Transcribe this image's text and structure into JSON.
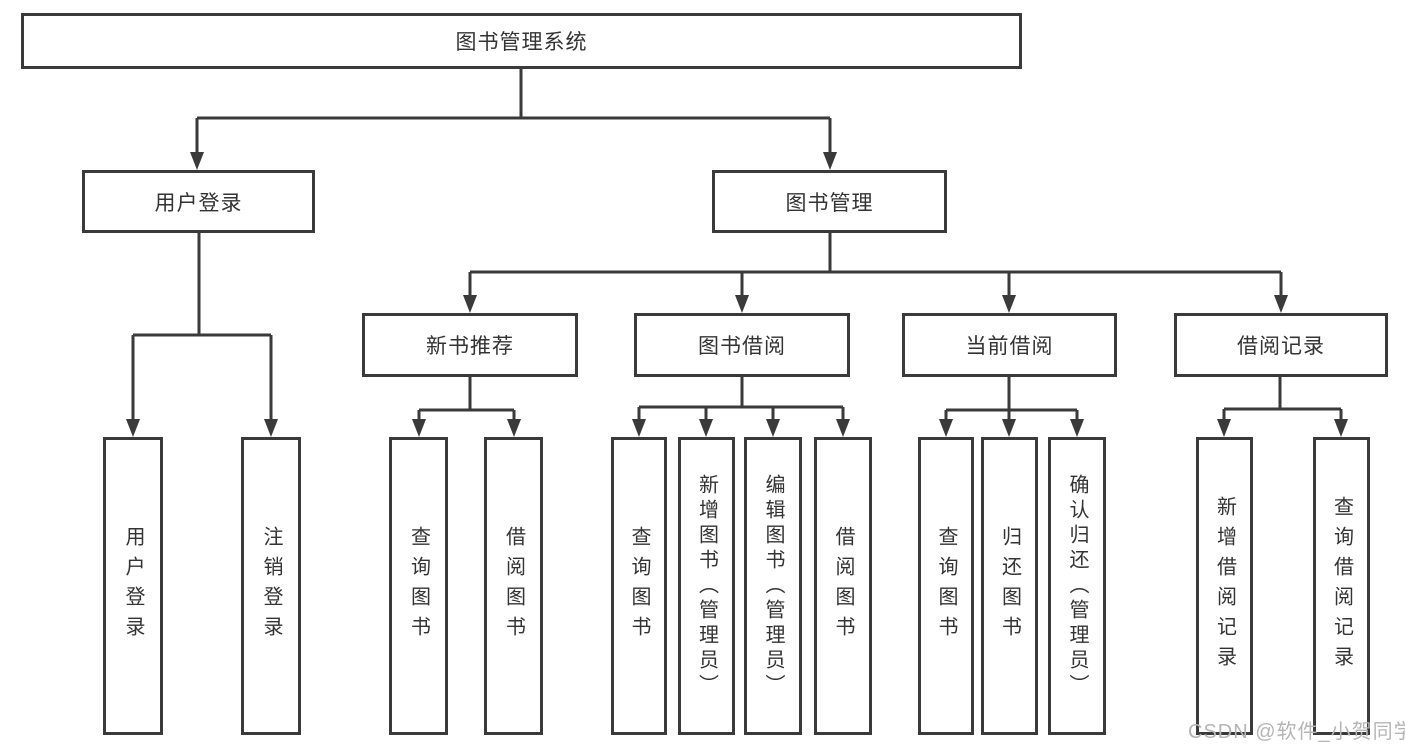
{
  "diagram": {
    "title": "图书管理系统",
    "root": {
      "label": "图书管理系统"
    },
    "level2": [
      {
        "id": "user-login",
        "label": "用户登录"
      },
      {
        "id": "book-management",
        "label": "图书管理"
      }
    ],
    "level3": [
      {
        "id": "new-book-recommend",
        "label": "新书推荐"
      },
      {
        "id": "book-borrowing",
        "label": "图书借阅"
      },
      {
        "id": "current-borrowing",
        "label": "当前借阅"
      },
      {
        "id": "borrowing-records",
        "label": "借阅记录"
      }
    ],
    "leaves": [
      {
        "id": "user-login",
        "parent": "用户登录",
        "label": "用户登录"
      },
      {
        "id": "logout",
        "parent": "用户登录",
        "label": "注销登录"
      },
      {
        "id": "query-books-1",
        "parent": "新书推荐",
        "label": "查询图书"
      },
      {
        "id": "borrow-books-1",
        "parent": "新书推荐",
        "label": "借阅图书"
      },
      {
        "id": "query-books-2",
        "parent": "图书借阅",
        "label": "查询图书"
      },
      {
        "id": "add-book-admin",
        "parent": "图书借阅",
        "label": "新增图书（管理员）"
      },
      {
        "id": "edit-book-admin",
        "parent": "图书借阅",
        "label": "编辑图书（管理员）"
      },
      {
        "id": "borrow-books-2",
        "parent": "图书借阅",
        "label": "借阅图书"
      },
      {
        "id": "query-books-3",
        "parent": "当前借阅",
        "label": "查询图书"
      },
      {
        "id": "return-book",
        "parent": "当前借阅",
        "label": "归还图书"
      },
      {
        "id": "confirm-return-admin",
        "parent": "当前借阅",
        "label": "确认归还（管理员）"
      },
      {
        "id": "add-borrow-record",
        "parent": "借阅记录",
        "label": "新增借阅记录"
      },
      {
        "id": "query-borrow-record",
        "parent": "借阅记录",
        "label": "查询借阅记录"
      }
    ],
    "watermark": {
      "text": "CSDN @软件_小贺同学"
    },
    "colors": {
      "line": "#3a3a3a",
      "text": "#333333",
      "watermark": "#b5b5b5",
      "background": "#ffffff"
    }
  }
}
